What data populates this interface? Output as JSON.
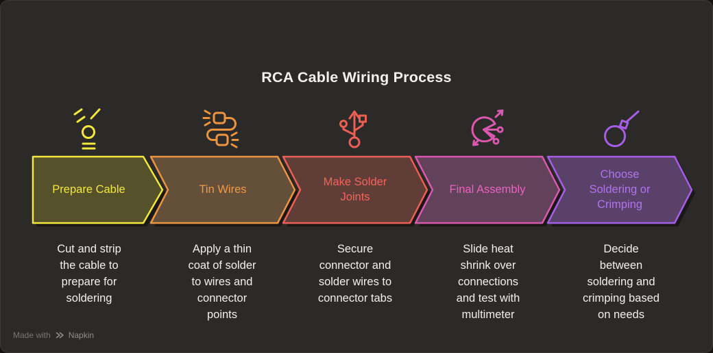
{
  "title": "RCA Cable Wiring Process",
  "steps": [
    {
      "id": "prepare-cable",
      "label": "Prepare Cable",
      "description": "Cut and strip\nthe cable to\nprepare for\nsoldering",
      "accent": "#f3e83c",
      "text_color": "#f3e83c",
      "fill": "#55512b",
      "icon": "wire-strip-sparks-icon"
    },
    {
      "id": "tin-wires",
      "label": "Tin Wires",
      "description": "Apply a thin\ncoat of solder\nto wires and\nconnector\npoints",
      "accent": "#ec9440",
      "text_color": "#f09a44",
      "fill": "#64503a",
      "icon": "cable-plugs-icon"
    },
    {
      "id": "make-solder-joints",
      "label": "Make Solder\nJoints",
      "description": "Secure\nconnector and\nsolder wires to\nconnector tabs",
      "accent": "#ed5f54",
      "text_color": "#f2655a",
      "fill": "#613d38",
      "icon": "usb-connector-icon"
    },
    {
      "id": "final-assembly",
      "label": "Final Assembly",
      "description": "Slide heat\nshrink over\nconnections\nand test with\nmultimeter",
      "accent": "#da58ad",
      "text_color": "#ea64bf",
      "fill": "#62415a",
      "icon": "rotate-nodes-icon"
    },
    {
      "id": "choose-soldering-or-crimping",
      "label": "Choose\nSoldering or\nCrimping",
      "description": "Decide\nbetween\nsoldering and\ncrimping based\non needs",
      "accent": "#a75ee6",
      "text_color": "#b173ef",
      "fill": "#5a4169",
      "icon": "cable-tie-icon"
    }
  ],
  "footer": {
    "made_with": "Made with",
    "brand": "Napkin"
  },
  "colors": {
    "background": "#2b2a28",
    "frame": "#141312",
    "title_text": "#f2f1ef",
    "description_text": "#f1f0ee",
    "footer_text": "#77756f",
    "chevron_shadow": "#1a1917"
  }
}
